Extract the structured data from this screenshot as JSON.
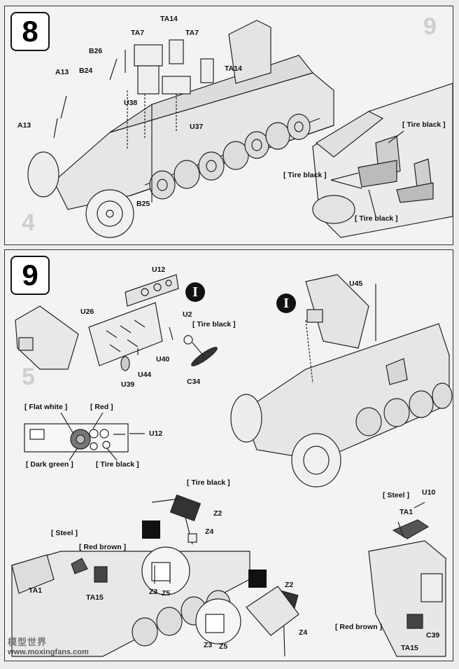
{
  "step8": {
    "number": "8",
    "ghost_number": "9",
    "ghost_bottom": "4",
    "parts": {
      "ta14_top": "TA14",
      "ta7_a": "TA7",
      "ta7_b": "TA7",
      "b26": "B26",
      "b24": "B24",
      "a13_top": "A13",
      "a13_left": "A13",
      "ta14_right": "TA14",
      "u38": "U38",
      "u37": "U37",
      "b25": "B25"
    },
    "paints": {
      "tire_black_1": "Tire black",
      "tire_black_2": "Tire black",
      "tire_black_3": "Tire black"
    }
  },
  "step9": {
    "number": "9",
    "ghost_number": "5",
    "marker": "I",
    "parts": {
      "u12_top": "U12",
      "u26": "U26",
      "u2": "U2",
      "u40": "U40",
      "u44": "U44",
      "u39": "U39",
      "c34": "C34",
      "u12_panel": "U12",
      "u45": "U45",
      "z2_a": "Z2",
      "z4_a": "Z4",
      "z3_a": "Z3",
      "z5_a": "Z5",
      "ta1_left": "TA1",
      "ta15_left": "TA15",
      "z3_b": "Z3",
      "z5_b": "Z5",
      "z2_b": "Z2",
      "z4_b": "Z4",
      "u10": "U10",
      "ta1_right": "TA1",
      "ta15_right": "TA15",
      "c39": "C39"
    },
    "paints": {
      "tire_black_top": "Tire black",
      "flat_white": "Flat white",
      "red": "Red",
      "dark_green": "Dark green",
      "tire_black_panel": "Tire black",
      "tire_black_z2": "Tire black",
      "steel_left": "Steel",
      "red_brown_left": "Red brown",
      "steel_right": "Steel",
      "red_brown_right": "Red brown"
    }
  },
  "watermark": {
    "logo": "模型世界",
    "url": "www.moxingfans.com"
  }
}
